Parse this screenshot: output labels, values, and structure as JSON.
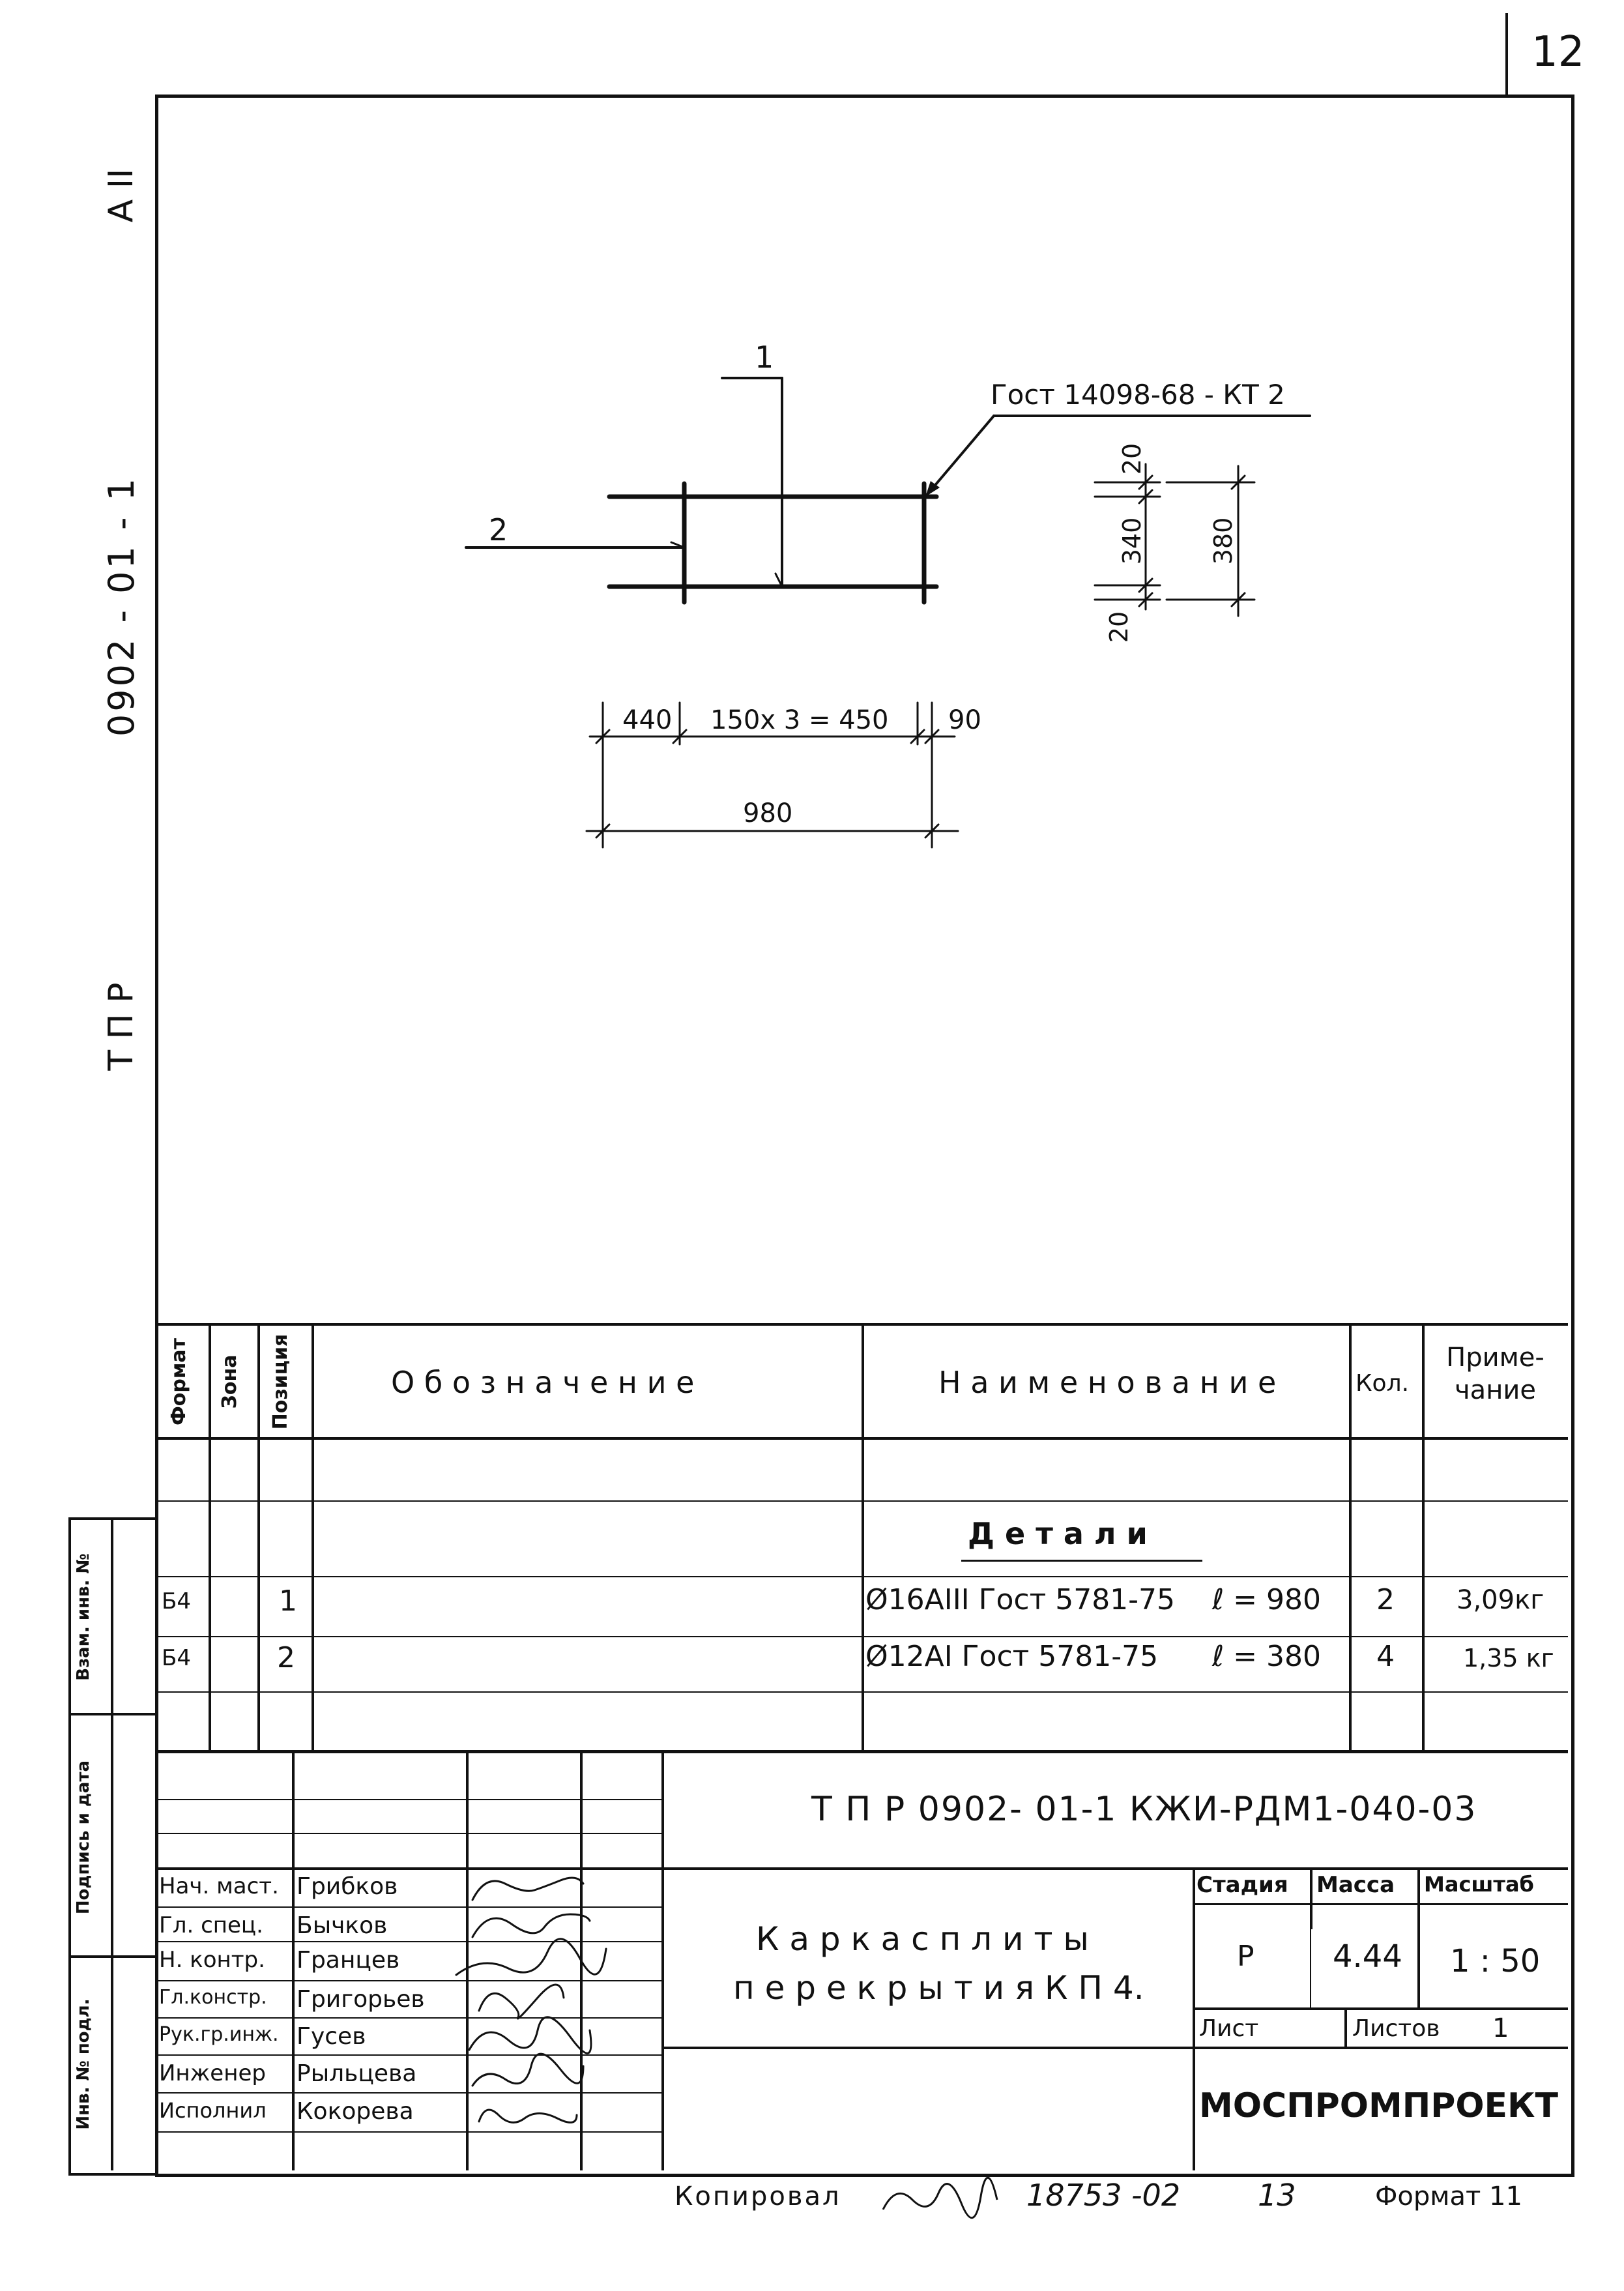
{
  "sheet_number": "12",
  "side_codes": {
    "grade": "А II",
    "doc_code": "0902 - 01 - 1",
    "series": "Т П Р"
  },
  "side_stamp": {
    "vzam": "Взам. инв. №",
    "podpis": "Подпись и дата",
    "inv": "Инв. № подл."
  },
  "drawing": {
    "callout_1": "1",
    "callout_2": "2",
    "weld_note": "Гост 14098-68 - КТ 2",
    "dim_440": "440",
    "dim_450": "150х 3 = 450",
    "dim_90": "90",
    "dim_980": "980",
    "dim_20_top": "20",
    "dim_340": "340",
    "dim_380": "380",
    "dim_20_bottom": "20"
  },
  "spec": {
    "headers": {
      "format": "Формат",
      "zone": "Зона",
      "position": "Позиция",
      "designation": "О б о з н а ч е н и е",
      "name": "Н а и м е н о в а н и е",
      "qty": "Кол.",
      "note": "Приме- чание"
    },
    "section_title": "Д е т а л и",
    "rows": [
      {
        "format": "Б4",
        "pos": "1",
        "name": "Ø16АIII Гост 5781-75",
        "length": "ℓ = 980",
        "qty": "2",
        "note": "3,09кг"
      },
      {
        "format": "Б4",
        "pos": "2",
        "name": "Ø12АI Гост 5781-75",
        "length": "ℓ = 380",
        "qty": "4",
        "note": "1,35 кг"
      }
    ]
  },
  "title_block": {
    "code": "Т П Р 0902- 01-1 КЖИ-РДМ1-040-03",
    "people": [
      {
        "role": "Нач. маст.",
        "name": "Грибков"
      },
      {
        "role": "Гл. спец.",
        "name": "Бычков"
      },
      {
        "role": "Н. контр.",
        "name": "Гранцев"
      },
      {
        "role": "Гл.констр.",
        "name": "Григорьев"
      },
      {
        "role": "Рук.гр.инж.",
        "name": "Гусев"
      },
      {
        "role": "Инженер",
        "name": "Рыльцева"
      },
      {
        "role": "Исполнил",
        "name": "Кокорева"
      }
    ],
    "title_line1": "К а р к а с п л и т ы",
    "title_line2": "п е р е к р ы т и я К П 4.",
    "stage_label": "Стадия",
    "mass_label": "Масса",
    "scale_label": "Масштаб",
    "stage": "Р",
    "mass": "4.44",
    "scale": "1 : 50",
    "sheet_label": "Лист",
    "sheets_label": "Листов",
    "sheets_count": "1",
    "organization": "МОСПРОМПРОЕКТ"
  },
  "footer": {
    "copied": "Копировал",
    "order": "18753 -02",
    "page": "13",
    "format": "Формат 11"
  }
}
